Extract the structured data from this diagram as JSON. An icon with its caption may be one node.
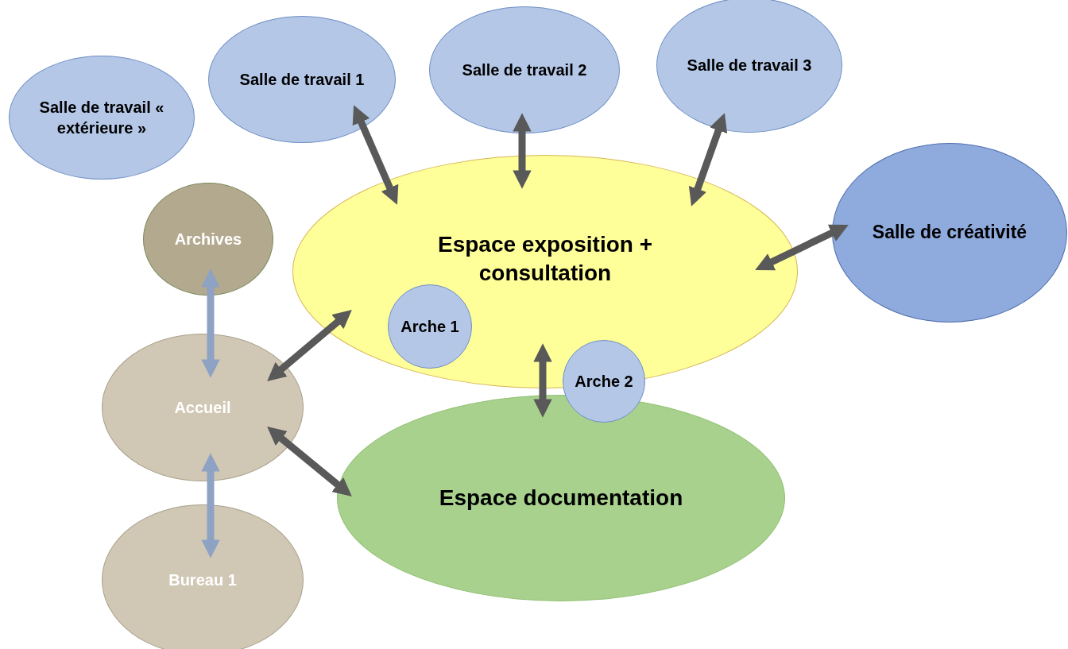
{
  "diagram": {
    "nodes": [
      {
        "text": [
          "Salle de travail « extérieure »"
        ]
      },
      {
        "text": [
          "Salle de travail 1"
        ]
      },
      {
        "text": [
          "Salle de travail 2"
        ]
      },
      {
        "text": [
          "Salle de travail 3"
        ]
      },
      {
        "text": [
          "Archives"
        ]
      },
      {
        "text": [
          "Espace exposition + consultation"
        ]
      },
      {
        "text": [
          "Arche 1"
        ],
        "in": 5
      },
      {
        "text": [
          "Salle de créativité"
        ]
      },
      {
        "text": [
          "Accueil"
        ]
      },
      {
        "text": [
          "Arche 2"
        ]
      },
      {
        "text": [
          "Espace documentation"
        ]
      },
      {
        "text": [
          "Bureau 1"
        ]
      }
    ],
    "edges": [
      {
        "from": 1,
        "to": 5,
        "arrow": "both"
      },
      {
        "from": 2,
        "to": 5,
        "arrow": "both"
      },
      {
        "from": 3,
        "to": 5,
        "arrow": "both"
      },
      {
        "from": 7,
        "to": 5,
        "arrow": "both"
      },
      {
        "from": 5,
        "to": 8,
        "arrow": "both"
      },
      {
        "from": 4,
        "to": 8,
        "arrow": "both",
        "color": "#8ea2c4"
      },
      {
        "from": 8,
        "to": 11,
        "arrow": "both",
        "color": "#8ea2c4"
      },
      {
        "from": 8,
        "to": 10,
        "arrow": "both"
      },
      {
        "from": 5,
        "to": 10,
        "arrow": "both"
      }
    ]
  }
}
